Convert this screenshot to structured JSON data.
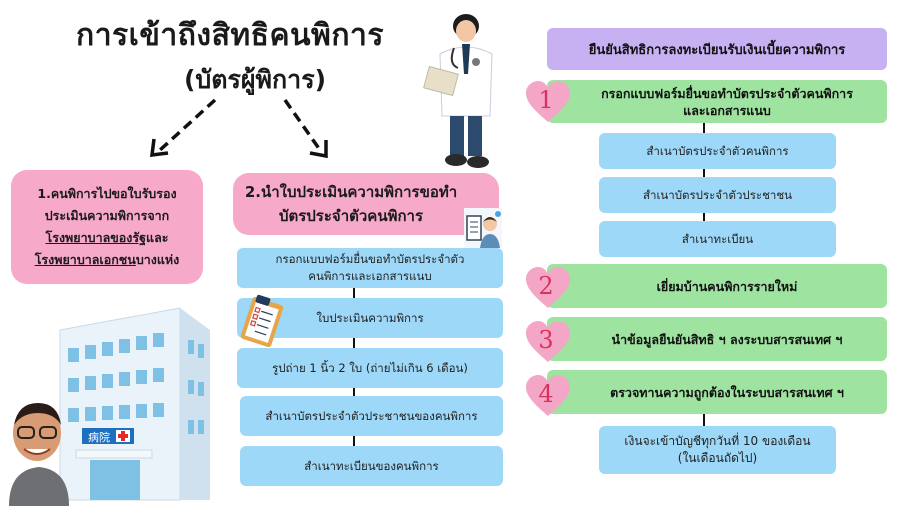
{
  "header": {
    "title": "การเข้าถึงสิทธิคนพิการ",
    "subtitle": "(บัตรผู้พิการ)"
  },
  "left_column": {
    "step1": {
      "line1": "1.คนพิการไปขอใบรับรอง",
      "line2": "ประเมินความพิการจาก",
      "line3_underlined": "โรงพยาบาลของรัฐ",
      "line3_rest": "และ",
      "line4_underlined": "โรงพยาบาลเอกชน",
      "line4_rest": "บางแห่ง"
    },
    "step2": {
      "title_line1": "2.นำใบประเมินความพิการขอทำ",
      "title_line2": "บัตรประจำตัวคนพิการ",
      "documents": [
        {
          "line1": "กรอกแบบฟอร์มยื่นขอทำบัตรประจำตัว",
          "line2": "คนพิการและเอกสารแนบ"
        },
        {
          "line1": "ใบประเมินความพิการ"
        },
        {
          "line1": "รูปถ่าย 1 นิ้ว 2 ใบ (ถ่ายไม่เกิน 6 เดือน)"
        },
        {
          "line1": "สำเนาบัตรประจำตัวประชาชนของคนพิการ"
        },
        {
          "line1": "สำเนาทะเบียนของคนพิการ"
        }
      ]
    }
  },
  "right_column": {
    "header": "ยืนยันสิทธิการลงทะเบียนรับเงินเบี้ยความพิการ",
    "steps": [
      {
        "number": "1",
        "line1": "กรอกแบบฟอร์มยื่นขอทำบัตรประจำตัวคนพิการ",
        "line2": "และเอกสารแนบ",
        "sub_items": [
          "สำเนาบัตรประจำตัวคนพิการ",
          "สำเนาบัตรประจำตัวประชาชน",
          "สำเนาทะเบียน"
        ]
      },
      {
        "number": "2",
        "line1": "เยี่ยมบ้านคนพิการรายใหม่"
      },
      {
        "number": "3",
        "line1": "นำข้อมูลยืนยันสิทธิ ฯ ลงระบบสารสนเทศ ฯ"
      },
      {
        "number": "4",
        "line1": "ตรวจทานความถูกต้องในระบบสารสนเทศ ฯ",
        "note_line1": "เงินจะเข้าบัญชีทุกวันที่ 10 ของเดือน",
        "note_line2": "(ในเดือนถัดไป)"
      }
    ]
  },
  "illustrations": {
    "hospital_sign": "病院"
  },
  "colors": {
    "pink": "#f6a9c8",
    "blue": "#9ed8f8",
    "green": "#9fe3a0",
    "purple": "#c7b1f2",
    "heart": "#f4a6c6",
    "heart_number": "#d8335e"
  }
}
